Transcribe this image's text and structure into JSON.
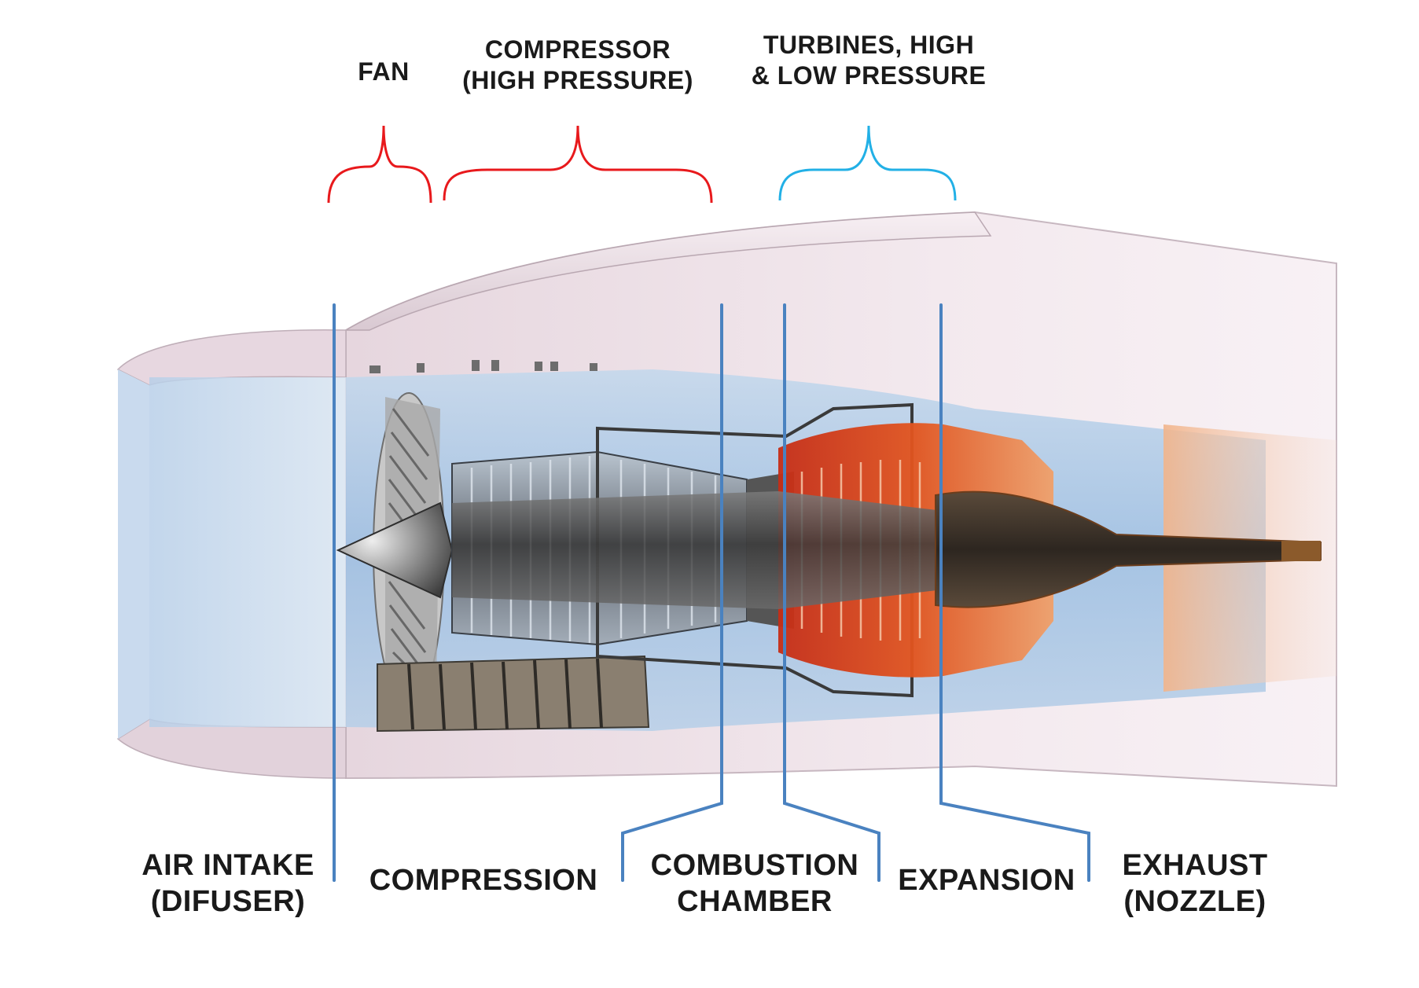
{
  "labels_top": {
    "fan": "FAN",
    "compressor_line1": "COMPRESSOR",
    "compressor_line2": "(HIGH PRESSURE)",
    "turbines_line1": "TURBINES, HIGH",
    "turbines_line2": "& LOW PRESSURE"
  },
  "labels_bottom": {
    "intake_line1": "AIR INTAKE",
    "intake_line2": "(DIFUSER)",
    "compression": "COMPRESSION",
    "combustion_line1": "COMBUSTION",
    "combustion_line2": "CHAMBER",
    "expansion": "EXPANSION",
    "exhaust_line1": "EXHAUST",
    "exhaust_line2": "(NOZZLE)"
  },
  "colors": {
    "compressor_brace": "#e8191c",
    "turbine_brace": "#22b0e6",
    "stage_lines": "#4a82c0",
    "nacelle": "#ecdfe6",
    "bypass_blue": "#a9c8e6",
    "hot_section": "#d8431e",
    "core_metal": "#4a4a4a"
  }
}
